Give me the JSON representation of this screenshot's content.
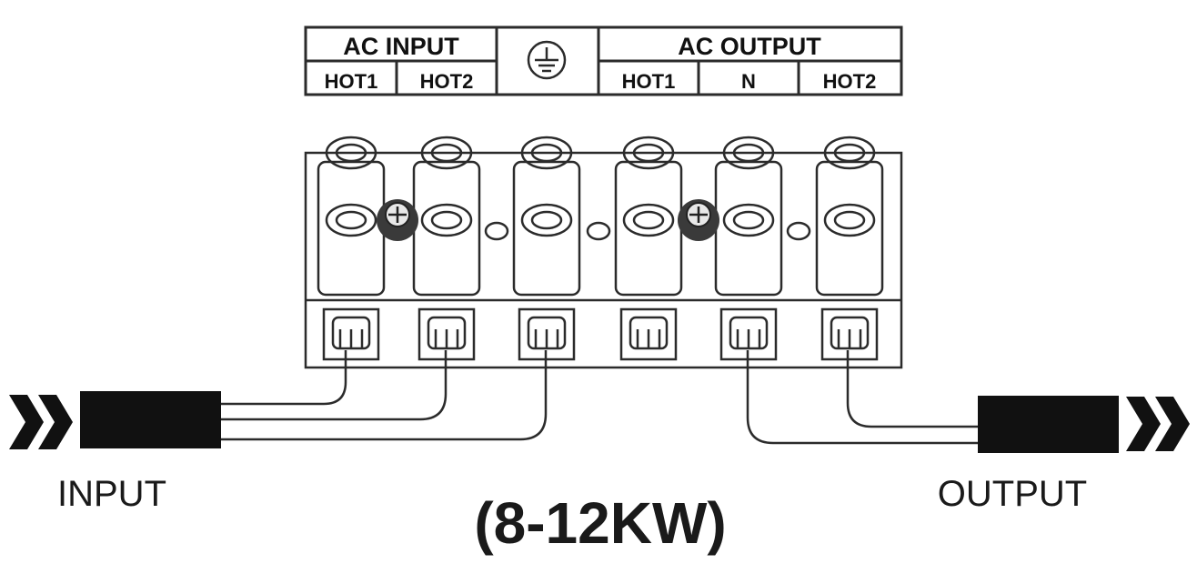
{
  "label_plate": {
    "ac_input": "AC INPUT",
    "ac_output": "AC OUTPUT",
    "input_terminals": [
      "HOT1",
      "HOT2"
    ],
    "output_terminals": [
      "HOT1",
      "N",
      "HOT2"
    ],
    "ground_symbol": "ground-icon"
  },
  "cable_labels": {
    "input": "INPUT",
    "output": "OUTPUT"
  },
  "power_range": "(8-12KW)",
  "icons": {
    "input_arrow": "double-chevron-right-icon",
    "output_arrow": "double-chevron-right-icon"
  },
  "colors": {
    "line": "#2b2b2b",
    "fill": "#ffffff",
    "cable": "#111111"
  }
}
